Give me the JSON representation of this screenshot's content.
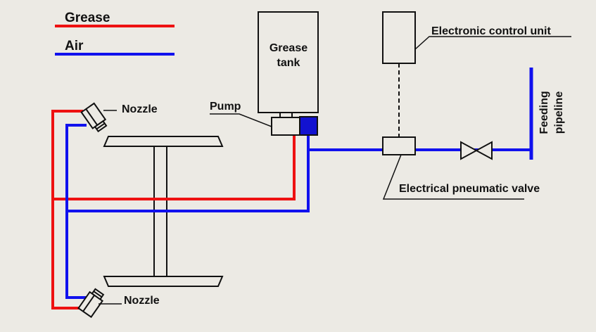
{
  "legend": {
    "grease_label": "Grease",
    "air_label": "Air"
  },
  "colors": {
    "background": "#ECEAE4",
    "grease_line": "#EE1111",
    "air_line": "#1111EE",
    "pump_air_block": "#1212D0",
    "outline": "#111111"
  },
  "labels": {
    "grease_tank_line1": "Grease",
    "grease_tank_line2": "tank",
    "pump": "Pump",
    "nozzle_top": "Nozzle",
    "nozzle_bottom": "Nozzle",
    "ecu": "Electronic control unit",
    "valve": "Electrical pneumatic valve",
    "feeding_line1": "Feeding",
    "feeding_line2": "pipeline"
  }
}
